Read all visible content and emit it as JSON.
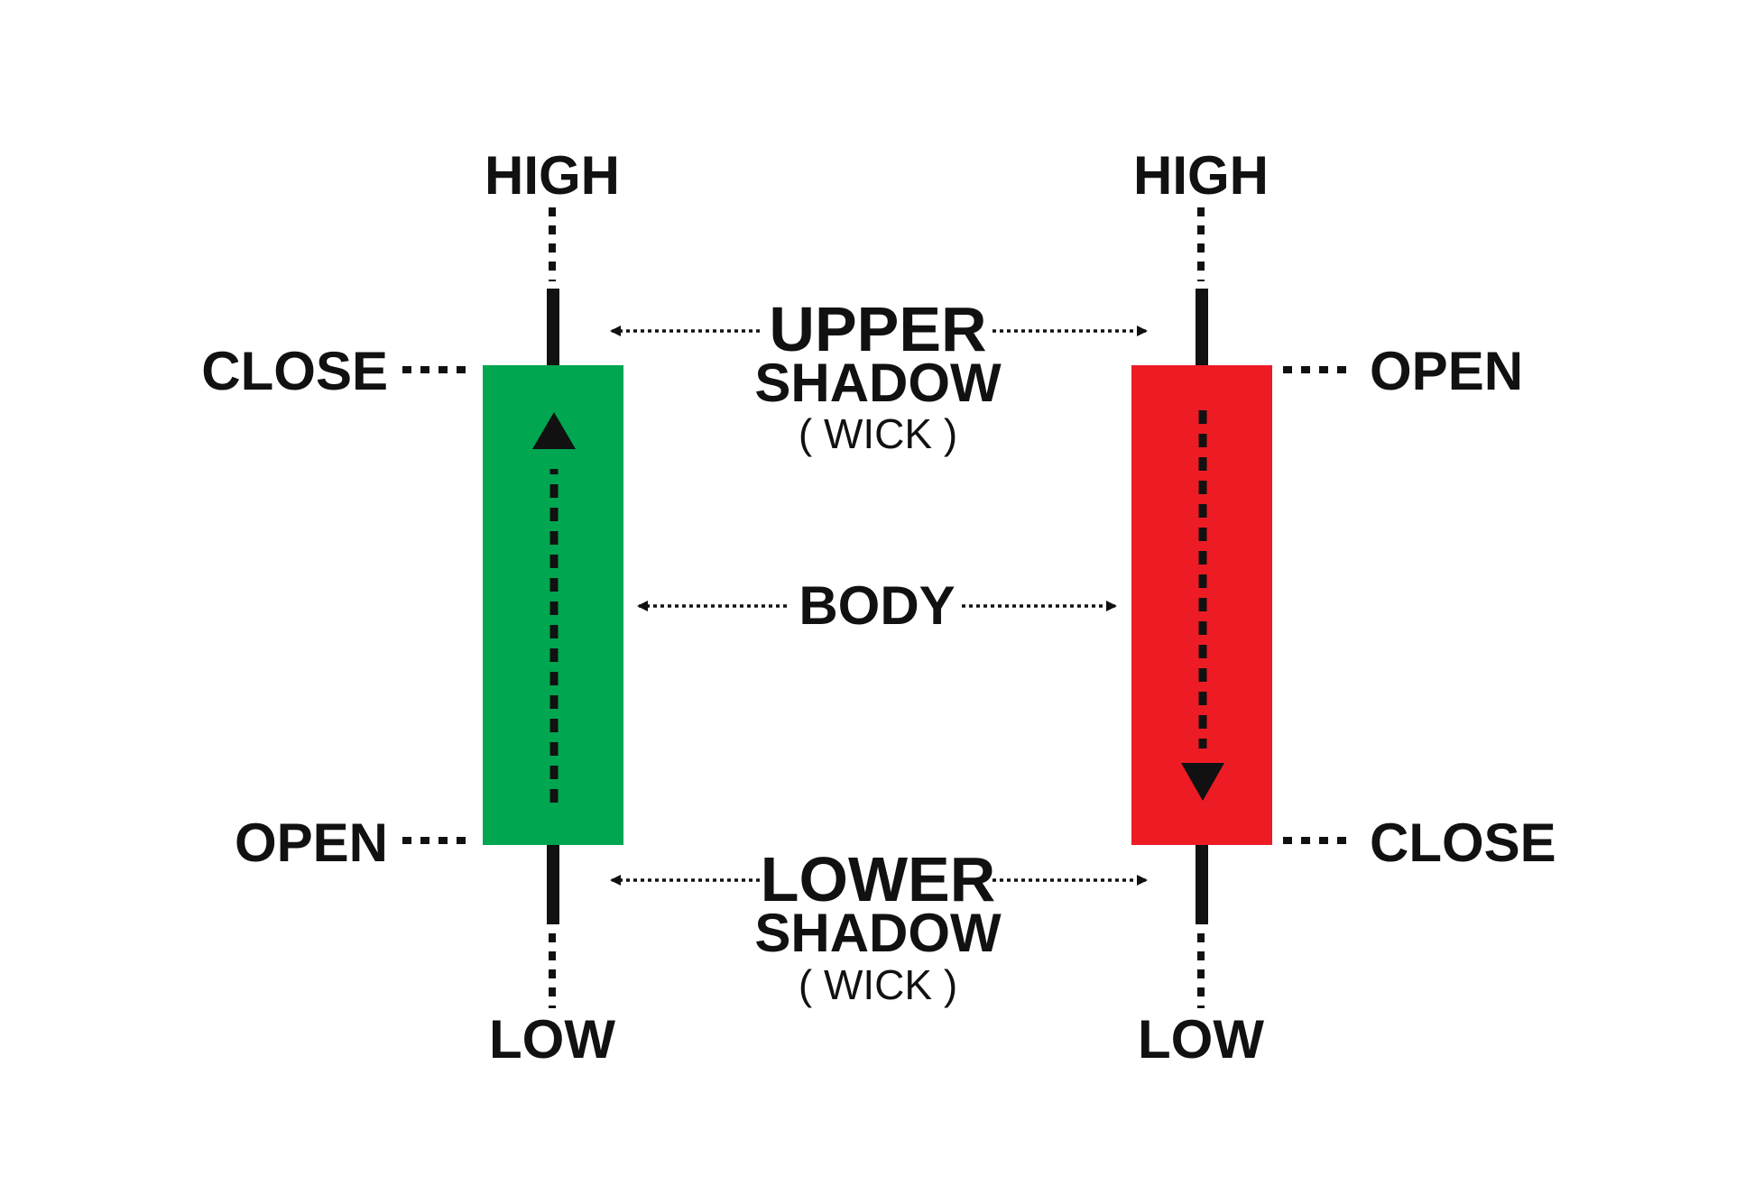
{
  "colors": {
    "bullish_body": "#00A650",
    "bearish_body": "#ED1C24",
    "ink": "#111111",
    "background": "#FFFFFF"
  },
  "bullish_candle": {
    "high_label": "HIGH",
    "low_label": "LOW",
    "close_label": "CLOSE",
    "open_label": "OPEN",
    "direction": "up"
  },
  "bearish_candle": {
    "high_label": "HIGH",
    "low_label": "LOW",
    "open_label": "OPEN",
    "close_label": "CLOSE",
    "direction": "down"
  },
  "annotations": {
    "upper_shadow_line1": "UPPER",
    "upper_shadow_line2": "SHADOW",
    "upper_shadow_wick": "( WICK )",
    "body": "BODY",
    "lower_shadow_line1": "LOWER",
    "lower_shadow_line2": "SHADOW",
    "lower_shadow_wick": "( WICK )"
  },
  "icons": {
    "up_arrow": "arrow-up-icon",
    "down_arrow": "arrow-down-icon",
    "double_arrow": "double-headed-arrow-icon"
  }
}
